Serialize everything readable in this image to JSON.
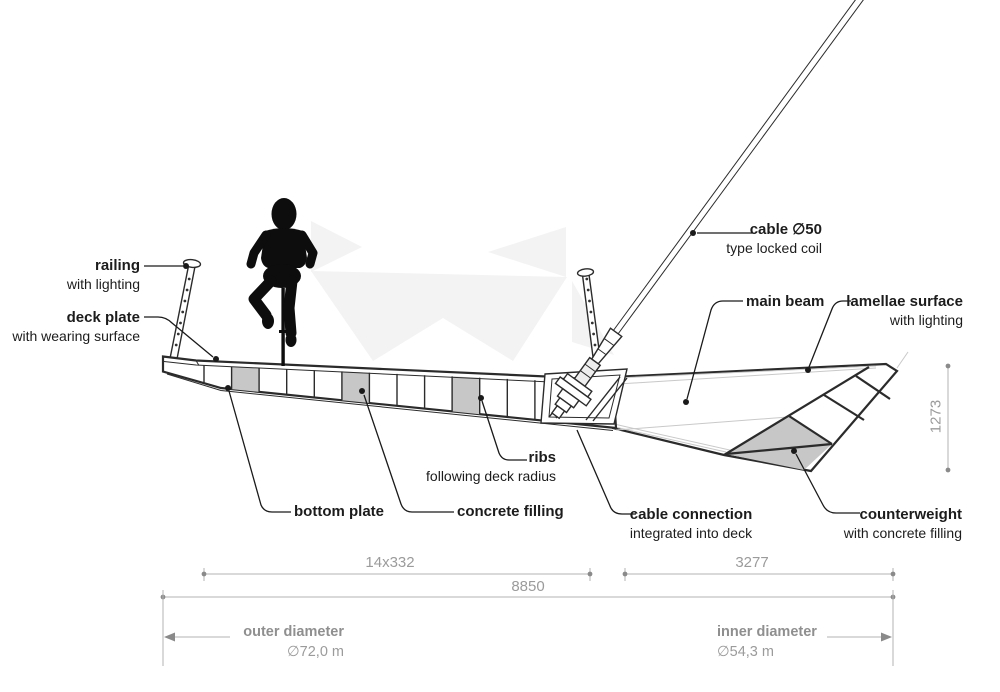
{
  "colors": {
    "ink": "#1c1c1c",
    "line": "#2b2b2b",
    "concrete": "#c7c7c7",
    "dim": "#9b9b9b",
    "dimline": "#b3b3b3",
    "faint": "#f3f3f3"
  },
  "labels": {
    "railing": {
      "title": "railing",
      "subtitle": "with lighting"
    },
    "deck_plate": {
      "title": "deck plate",
      "subtitle": "with wearing surface"
    },
    "cable": {
      "title": "cable ∅50",
      "subtitle": "type locked coil"
    },
    "main_beam": {
      "title": "main beam"
    },
    "lamellae": {
      "title": "lamellae surface",
      "subtitle": "with lighting"
    },
    "ribs": {
      "title": "ribs",
      "subtitle": "following deck radius"
    },
    "bottom_plate": {
      "title": "bottom plate"
    },
    "concrete_filling": {
      "title": "concrete filling"
    },
    "cable_connection": {
      "title": "cable connection",
      "subtitle": "integrated into deck"
    },
    "counterweight": {
      "title": "counterweight",
      "subtitle": "with concrete filling"
    }
  },
  "dimensions": {
    "rib_spacing": "14x332",
    "total_length": "8850",
    "cantilever_length": "3277",
    "section_depth": "1273",
    "outer": {
      "label": "outer diameter",
      "value": "∅72,0 m"
    },
    "inner": {
      "label": "inner diameter",
      "value": "∅54,3 m"
    }
  }
}
